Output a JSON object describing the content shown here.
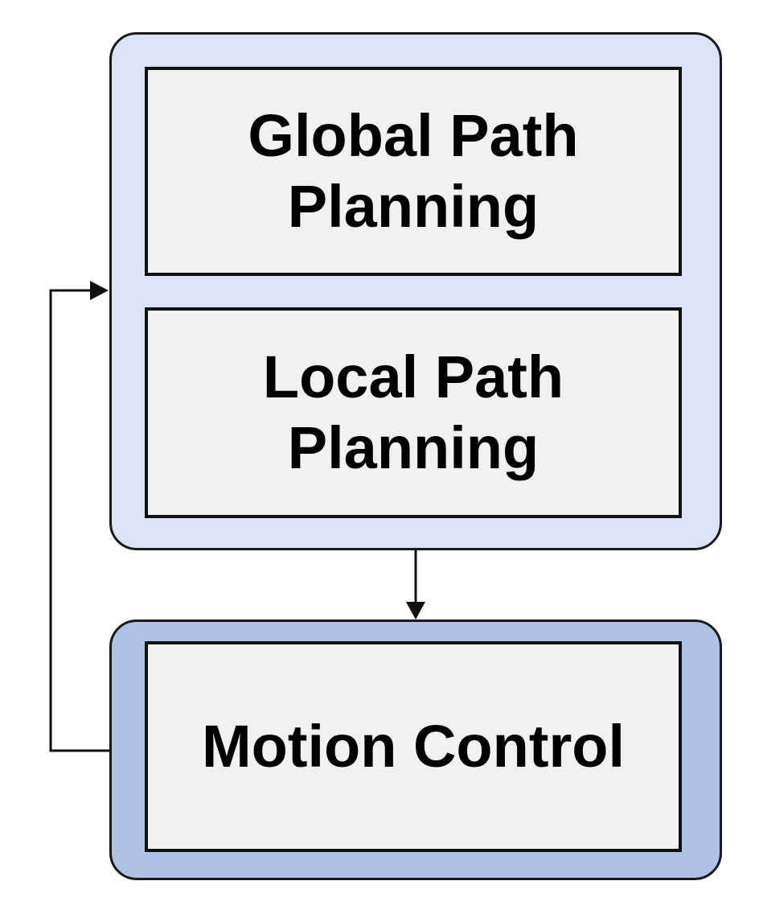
{
  "diagram": {
    "nodes": {
      "global_path_planning": {
        "line1": "Global Path",
        "line2": "Planning"
      },
      "local_path_planning": {
        "line1": "Local Path",
        "line2": "Planning"
      },
      "motion_control": {
        "label": "Motion Control"
      }
    },
    "edges": [
      {
        "from": "planning_group",
        "to": "motion_control"
      },
      {
        "from": "motion_control",
        "to": "planning_group"
      }
    ],
    "colors": {
      "planning_group_fill": "#dbe3f4",
      "control_group_fill": "#adc2e5",
      "inner_box_fill": "#f1f1f1",
      "outline": "#111111"
    }
  }
}
